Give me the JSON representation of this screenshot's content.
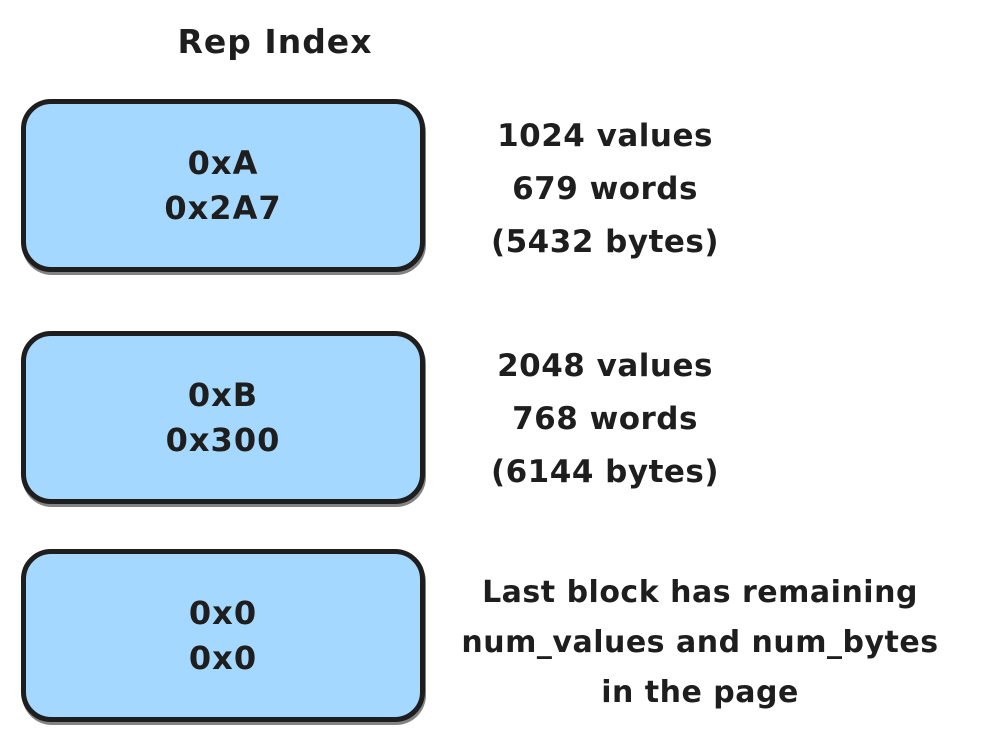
{
  "diagram": {
    "title": "Rep Index",
    "colors": {
      "box_fill": "#a5d8ff",
      "box_stroke": "#1e1e1e",
      "text": "#1e1e1e",
      "background": "#ffffff"
    },
    "blocks": [
      {
        "box_lines": [
          "0xA",
          "0x2A7"
        ],
        "annotation_lines": [
          "1024 values",
          "679 words",
          "(5432 bytes)"
        ]
      },
      {
        "box_lines": [
          "0xB",
          "0x300"
        ],
        "annotation_lines": [
          "2048 values",
          "768 words",
          "(6144 bytes)"
        ]
      },
      {
        "box_lines": [
          "0x0",
          "0x0"
        ],
        "annotation_lines": [
          "Last block has remaining",
          "num_values and num_bytes",
          "in the page"
        ]
      }
    ]
  }
}
